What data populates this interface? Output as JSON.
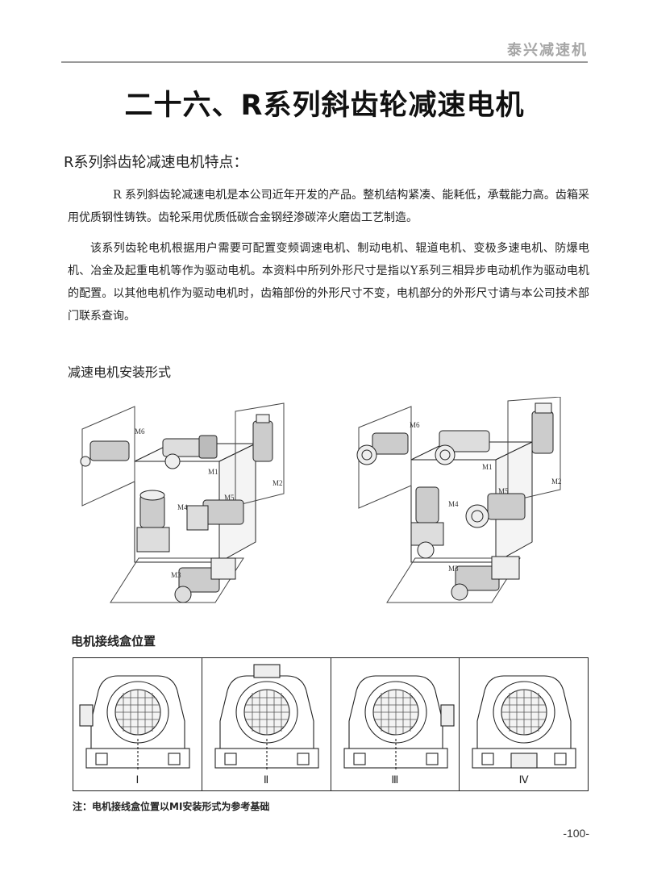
{
  "header": {
    "brand": "泰兴减速机"
  },
  "title": "二十六、R系列斜齿轮减速电机",
  "features": {
    "heading": "R系列斜齿轮减速电机特点：",
    "p1": "R 系列斜齿轮减速电机是本公司近年开发的产品。整机结构紧凑、能耗低，承载能力高。齿箱采用优质钢性铸铁。齿轮采用优质低碳合金钢经渗碳淬火磨齿工艺制造。",
    "p2": "该系列齿轮电机根据用户需要可配置变频调速电机、制动电机、辊道电机、变极多速电机、防爆电机、冶金及起重电机等作为驱动电机。本资料中所列外形尺寸是指以Y系列三相异步电动机作为驱动电机的配置。以其他电机作为驱动电机时，齿箱部份的外形尺寸不变，电机部分的外形尺寸请与本公司技术部门联系查询。"
  },
  "mounting": {
    "heading": "减速电机安装形式",
    "positions": [
      "M1",
      "M2",
      "M3",
      "M4",
      "M5",
      "M6"
    ]
  },
  "terminal_box": {
    "heading": "电机接线盒位置",
    "positions": [
      "Ⅰ",
      "Ⅱ",
      "Ⅲ",
      "Ⅳ"
    ],
    "note": "注：电机接线盒位置以MI安装形式为参考基础"
  },
  "footer": {
    "page_number": "-100-"
  }
}
